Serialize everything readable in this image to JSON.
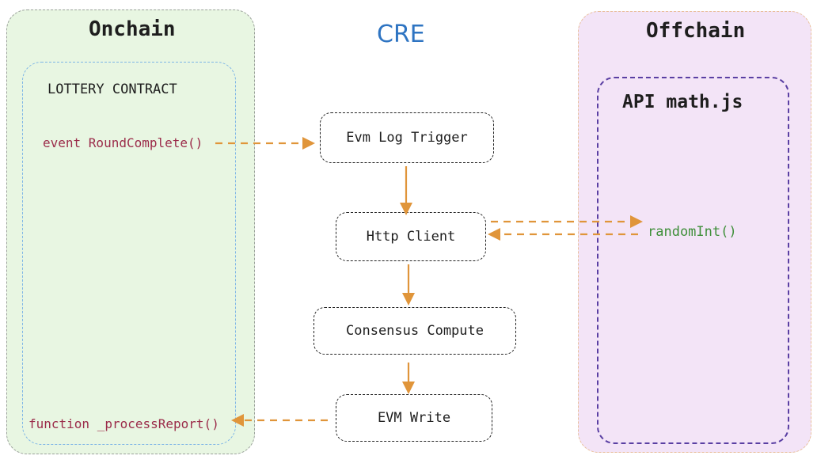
{
  "onchain": {
    "title": "Onchain",
    "contract_label": "LOTTERY CONTRACT",
    "event": "event RoundComplete()",
    "function": "function _processReport()"
  },
  "cre": {
    "title": "CRE",
    "nodes": [
      "Evm Log Trigger",
      "Http Client",
      "Consensus Compute",
      "EVM Write"
    ]
  },
  "offchain": {
    "title": "Offchain",
    "api_label": "API math.js",
    "function": "randomInt()"
  },
  "colors": {
    "arrow": "#e0953a",
    "onchain_bg": "#e8f6e2",
    "offchain_bg": "#f3e4f7",
    "cre_title": "#2e74c2",
    "code_red": "#9b2c4a",
    "code_green": "#3f8f3a"
  }
}
